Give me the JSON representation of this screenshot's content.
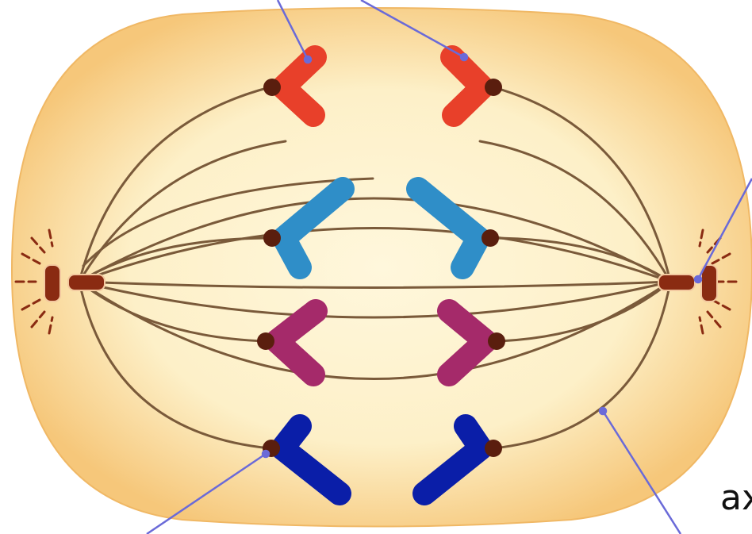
{
  "diagram": {
    "cell": {
      "outer_color": "#f6c77a",
      "inner_color": "#fff7dc"
    },
    "spindle_fiber_color": "#7a5a3a",
    "centriole_color": "#8a2b12",
    "centromere_color": "#5a1e0e",
    "pointer_color": "#6a6ad8",
    "chromosome_pairs": [
      {
        "name": "red",
        "color": "#e8402a"
      },
      {
        "name": "light-blue",
        "color": "#2f8ec8"
      },
      {
        "name": "magenta",
        "color": "#a52a6a"
      },
      {
        "name": "dark-blue",
        "color": "#0a1ea8"
      }
    ],
    "labels": {
      "partial_right": "ax"
    }
  }
}
